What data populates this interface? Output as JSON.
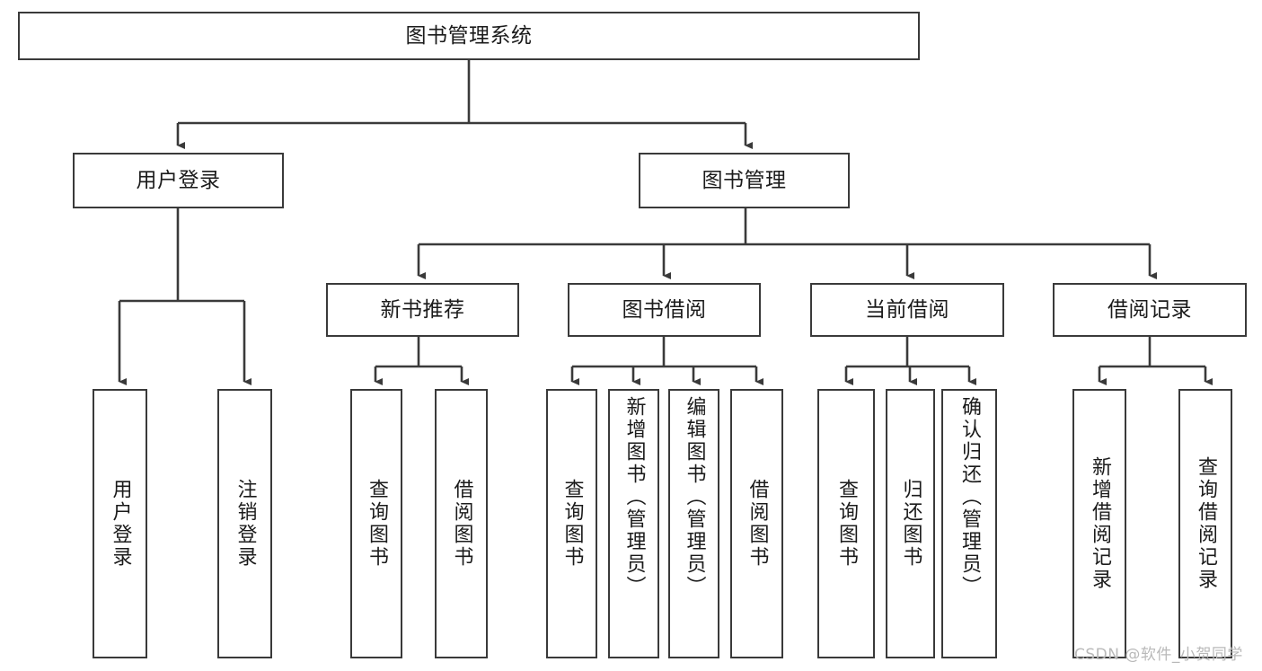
{
  "diagram": {
    "type": "tree-hierarchy-chart",
    "title": "图书管理系统",
    "background_color": "#ffffff",
    "node_border_color": "#3a3a3a",
    "edge_color": "#3a3a3a",
    "text_color": "#1b1b1b",
    "watermark": "CSDN @软件_小贺同学",
    "watermark_color": "#b9b9b9"
  },
  "levels": {
    "root": {
      "label": "图书管理系统"
    },
    "level2": [
      {
        "label": "用户登录"
      },
      {
        "label": "图书管理"
      }
    ],
    "level3": [
      {
        "label": "新书推荐"
      },
      {
        "label": "图书借阅"
      },
      {
        "label": "当前借阅"
      },
      {
        "label": "借阅记录"
      }
    ],
    "leaves": {
      "user_login": [
        {
          "label": "用户登录"
        },
        {
          "label": "注销登录"
        }
      ],
      "new_book_recommend": [
        {
          "label": "查询图书"
        },
        {
          "label": "借阅图书"
        }
      ],
      "book_borrow": [
        {
          "label": "查询图书"
        },
        {
          "label": "新增图书（管理员）"
        },
        {
          "label": "编辑图书（管理员）"
        },
        {
          "label": "借阅图书"
        }
      ],
      "current_borrow": [
        {
          "label": "查询图书"
        },
        {
          "label": "归还图书"
        },
        {
          "label": "确认归还（管理员）"
        }
      ],
      "borrow_record": [
        {
          "label": "新增借阅记录"
        },
        {
          "label": "查询借阅记录"
        }
      ]
    }
  }
}
